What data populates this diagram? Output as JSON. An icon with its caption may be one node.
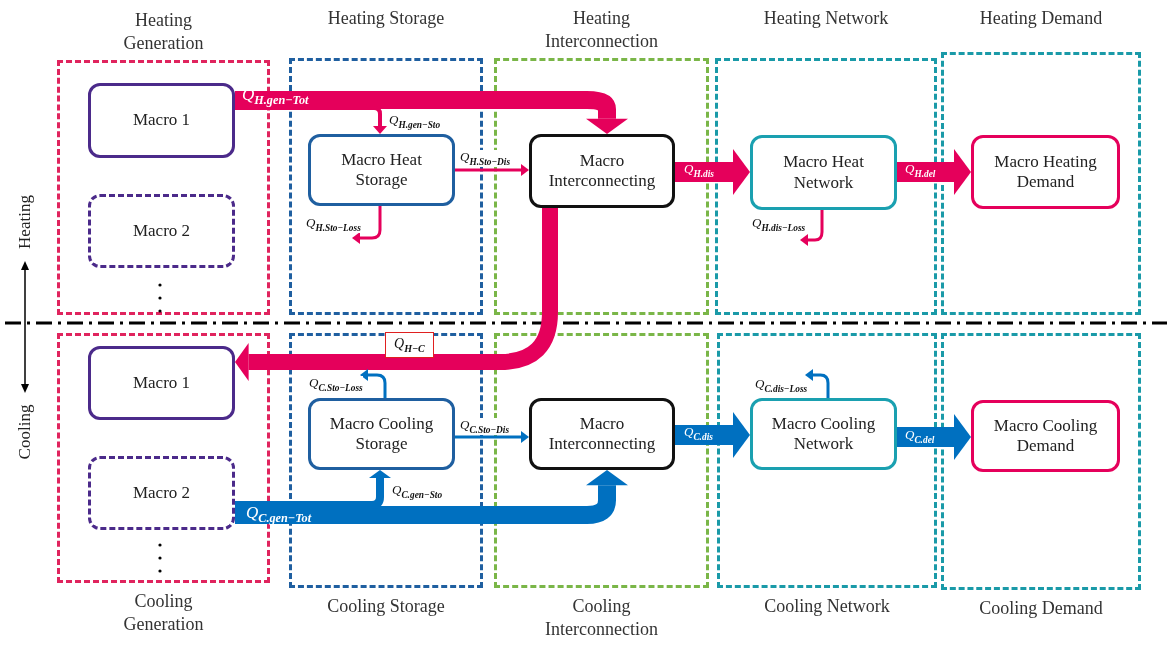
{
  "diagram": {
    "nodes": [
      {
        "text": [
          "Heating Generation"
        ]
      },
      {
        "text": [
          "Heating Storage"
        ]
      },
      {
        "text": [
          "Heating Interconnection"
        ]
      },
      {
        "text": [
          "Heating Network"
        ]
      },
      {
        "text": [
          "Heating Demand"
        ]
      },
      {
        "text": [
          "Cooling Generation"
        ]
      },
      {
        "text": [
          "Cooling Storage"
        ]
      },
      {
        "text": [
          "Cooling Interconnection"
        ]
      },
      {
        "text": [
          "Cooling Network"
        ]
      },
      {
        "text": [
          "Cooling Demand"
        ]
      },
      {
        "text": [
          "Macro 1"
        ],
        "in": 0
      },
      {
        "text": [
          "Macro 2"
        ],
        "in": 0
      },
      {
        "text": [
          "Macro Heat Storage"
        ],
        "in": 1
      },
      {
        "text": [
          "Macro Interconnecting"
        ],
        "in": 2
      },
      {
        "text": [
          "Macro Heat Network"
        ],
        "in": 3
      },
      {
        "text": [
          "Macro Heating Demand"
        ],
        "in": 4
      },
      {
        "text": [
          "Macro 1"
        ],
        "in": 5
      },
      {
        "text": [
          "Macro 2"
        ],
        "in": 5
      },
      {
        "text": [
          "Macro Cooling Storage"
        ],
        "in": 6
      },
      {
        "text": [
          "Macro Interconnecting"
        ],
        "in": 7
      },
      {
        "text": [
          "Macro Cooling Network"
        ],
        "in": 8
      },
      {
        "text": [
          "Macro Cooling Demand"
        ],
        "in": 9
      }
    ],
    "edges": [
      {
        "from": 10,
        "to": 13,
        "arrow": "to",
        "label": "Q$_{H.gen−Tot}$",
        "style": "thick"
      },
      {
        "from": 10,
        "to": 12,
        "arrow": "to",
        "label": "Q$_{H.gen−Sto}$"
      },
      {
        "from": 12,
        "to": 13,
        "arrow": "to",
        "label": "Q$_{H.Sto−Dis}$"
      },
      {
        "from": 12,
        "to": null,
        "arrow": "to",
        "label": "Q$_{H.Sto−Loss}$"
      },
      {
        "from": 13,
        "to": 14,
        "arrow": "to",
        "label": "Q$_{H.dis}$",
        "style": "thick"
      },
      {
        "from": 14,
        "to": 15,
        "arrow": "to",
        "label": "Q$_{H.del}$",
        "style": "thick"
      },
      {
        "from": 14,
        "to": null,
        "arrow": "to",
        "label": "Q$_{H.dis−Loss}$"
      },
      {
        "from": 13,
        "to": 16,
        "arrow": "to",
        "label": "Q$_{H−C}$",
        "style": "thick"
      },
      {
        "from": 17,
        "to": 19,
        "arrow": "to",
        "label": "Q$_{C.gen−Tot}$",
        "style": "thick",
        "color": "#0070c0"
      },
      {
        "from": 17,
        "to": 18,
        "arrow": "to",
        "label": "Q$_{C.gen−Sto}$",
        "color": "#0070c0"
      },
      {
        "from": 18,
        "to": null,
        "arrow": "to",
        "label": "Q$_{C.Sto−Loss}$",
        "color": "#0070c0"
      },
      {
        "from": 18,
        "to": 19,
        "arrow": "to",
        "label": "Q$_{C.Sto−Dis}$",
        "color": "#0070c0"
      },
      {
        "from": 19,
        "to": 20,
        "arrow": "to",
        "label": "Q$_{C.dis}$",
        "style": "thick",
        "color": "#0070c0"
      },
      {
        "from": 20,
        "to": 21,
        "arrow": "to",
        "label": "Q$_{C.del}$",
        "style": "thick",
        "color": "#0070c0"
      },
      {
        "from": 20,
        "to": null,
        "arrow": "to",
        "label": "Q$_{C.dis−Loss}$",
        "color": "#0070c0"
      }
    ],
    "labels": [
      "Heating",
      "Cooling"
    ]
  }
}
